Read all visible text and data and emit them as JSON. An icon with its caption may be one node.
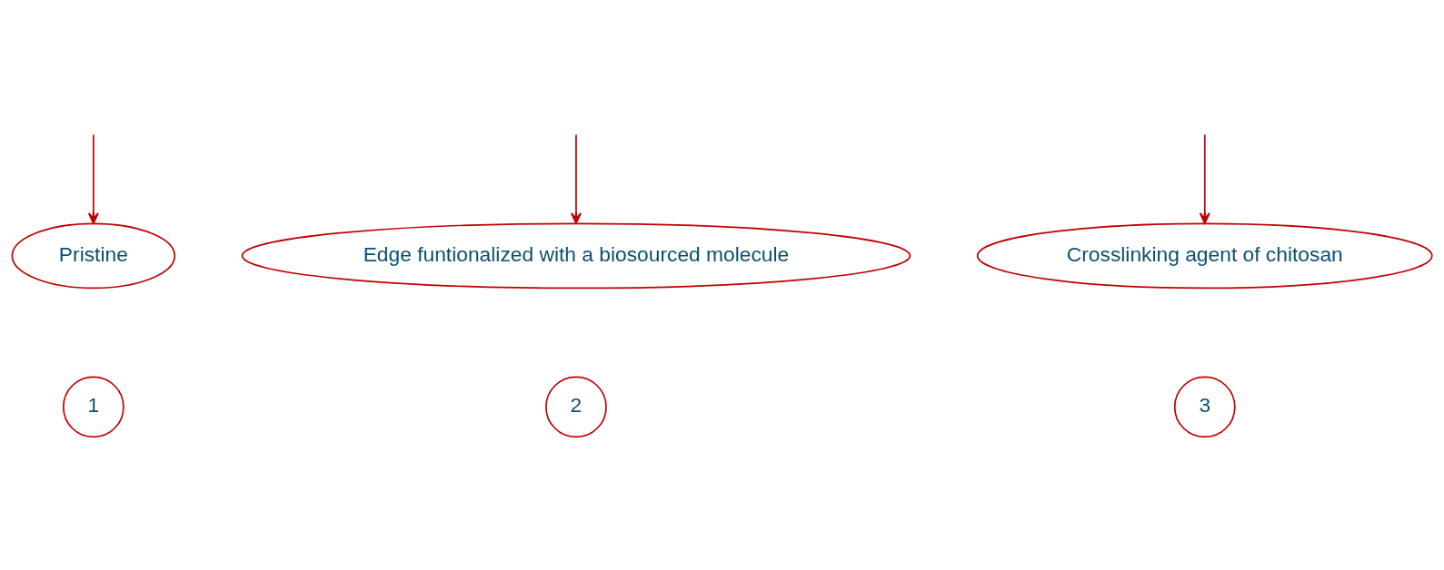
{
  "diagram": {
    "nodes": [
      {
        "text": [
          "Pristine"
        ]
      },
      {
        "text": [
          "1"
        ]
      },
      {
        "text": [
          "Edge funtionalized with a biosourced molecule"
        ]
      },
      {
        "text": [
          "2"
        ]
      },
      {
        "text": [
          "Crosslinking agent of chitosan"
        ]
      },
      {
        "text": [
          "3"
        ]
      }
    ],
    "edges": [
      {
        "from": null,
        "to": 0,
        "arrow": "to"
      },
      {
        "from": null,
        "to": 2,
        "arrow": "to"
      },
      {
        "from": null,
        "to": 4,
        "arrow": "to"
      }
    ]
  }
}
